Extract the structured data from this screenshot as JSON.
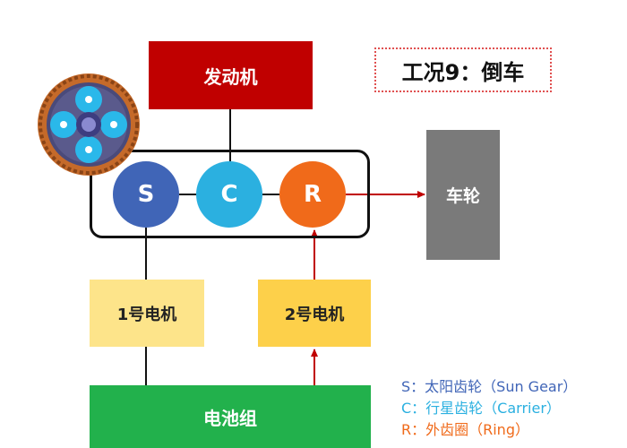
{
  "title": "工况9：倒车",
  "nodes": {
    "engine": "发动机",
    "wheel": "车轮",
    "mg1": "1号电机",
    "mg2": "2号电机",
    "battery": "电池组"
  },
  "gears": {
    "s": "S",
    "c": "C",
    "r": "R"
  },
  "legend": [
    {
      "text": "S：太阳齿轮（Sun  Gear）",
      "color": "#4065b7"
    },
    {
      "text": "C：行星齿轮（Carrier）",
      "color": "#2bb0e0"
    },
    {
      "text": "R：外齿圈（Ring）",
      "color": "#f06a1a"
    }
  ],
  "colors": {
    "engine": "#c00000",
    "wheel": "#7a7a7a",
    "mg1": "#fde48a",
    "mg2": "#fdd04a",
    "battery": "#22b14c",
    "power_flow": "#c00000",
    "sun": "#4065b7",
    "carrier": "#2bb0e0",
    "ring": "#f06a1a"
  },
  "icon": "planetary-gear-icon"
}
